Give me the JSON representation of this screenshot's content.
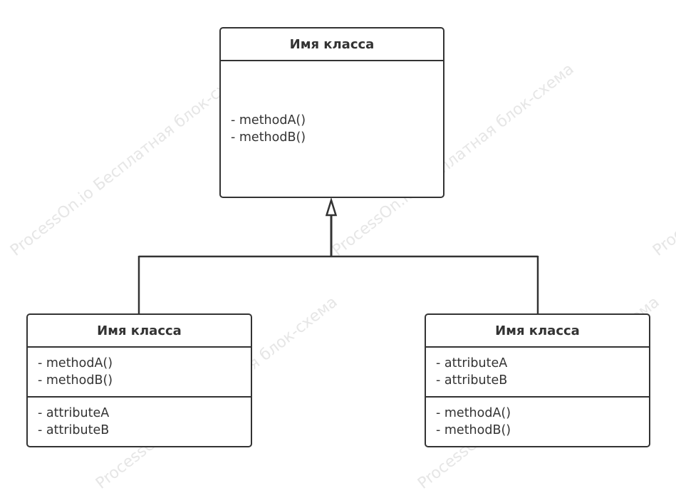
{
  "watermark": {
    "text": "ProcessOn.io Бесплатная блок-схема"
  },
  "diagram": {
    "parent_class": {
      "name": "Имя класса",
      "methods": [
        "- methodA()",
        "- methodB()"
      ]
    },
    "left_class": {
      "name": "Имя класса",
      "methods": [
        "- methodA()",
        "- methodB()"
      ],
      "attributes": [
        "- attributeA",
        "- attributeB"
      ]
    },
    "right_class": {
      "name": "Имя класса",
      "attributes": [
        "- attributeA",
        "- attributeB"
      ],
      "methods": [
        "- methodA()",
        "- methodB()"
      ]
    },
    "colors": {
      "stroke": "#333333",
      "background": "#ffffff",
      "watermark": "#e6e6e6"
    }
  }
}
